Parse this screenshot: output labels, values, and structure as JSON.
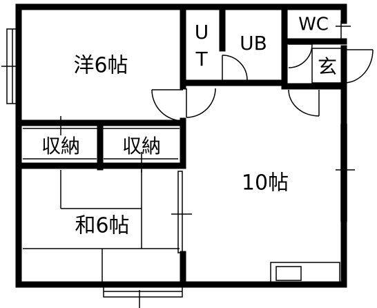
{
  "rooms": {
    "western_room": "洋6帖",
    "japanese_room": "和6帖",
    "living_room": "10帖",
    "storage_left": "収納",
    "storage_right": "収納",
    "utility_u": "U",
    "utility_t": "T",
    "unit_bath": "UB",
    "toilet": "WC",
    "entrance": "玄"
  },
  "colors": {
    "wall": "#000000",
    "thin_line": "#000000",
    "background": "#ffffff"
  }
}
